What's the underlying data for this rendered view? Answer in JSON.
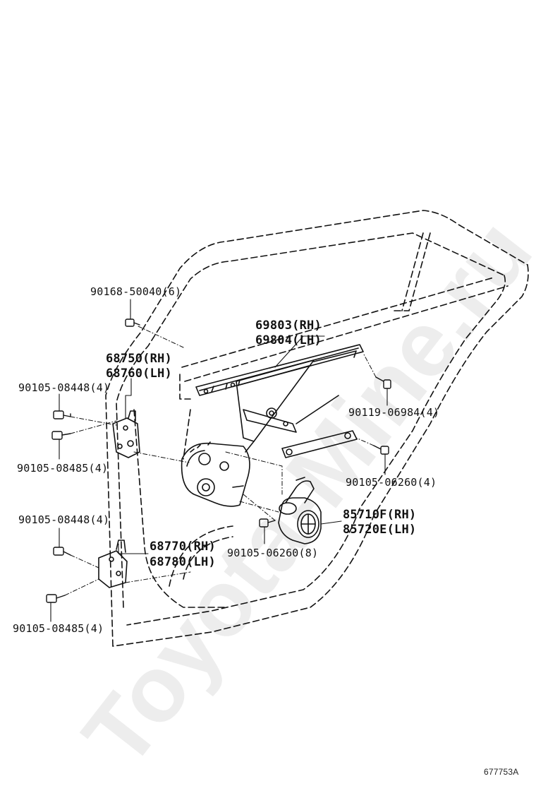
{
  "watermark": "Toyota-Mine.ru",
  "diagram_id": "677753A",
  "colors": {
    "line": "#111111",
    "watermark": "#e8e8e8"
  },
  "labels": [
    {
      "id": "bolt-top",
      "text": "90168-50040(6)"
    },
    {
      "id": "regulator-rh",
      "text": "69803(RH)"
    },
    {
      "id": "regulator-lh",
      "text": "69804(LH)"
    },
    {
      "id": "hinge-upper-rh",
      "text": "68750(RH)"
    },
    {
      "id": "hinge-upper-lh",
      "text": "68760(LH)"
    },
    {
      "id": "bolt-upper-a",
      "text": "90105-08448(4)"
    },
    {
      "id": "bolt-right-rail",
      "text": "90119-06984(4)"
    },
    {
      "id": "bolt-upper-b",
      "text": "90105-08485(4)"
    },
    {
      "id": "bolt-right-lower",
      "text": "90105-06260(4)"
    },
    {
      "id": "motor-rh",
      "text": "85710F(RH)"
    },
    {
      "id": "motor-lh",
      "text": "85720E(LH)"
    },
    {
      "id": "bolt-lower-a",
      "text": "90105-08448(4)"
    },
    {
      "id": "hinge-lower-rh",
      "text": "68770(RH)"
    },
    {
      "id": "hinge-lower-lh",
      "text": "68780(LH)"
    },
    {
      "id": "bolt-motor",
      "text": "90105-06260(8)"
    },
    {
      "id": "bolt-lower-b",
      "text": "90105-08485(4)"
    }
  ]
}
